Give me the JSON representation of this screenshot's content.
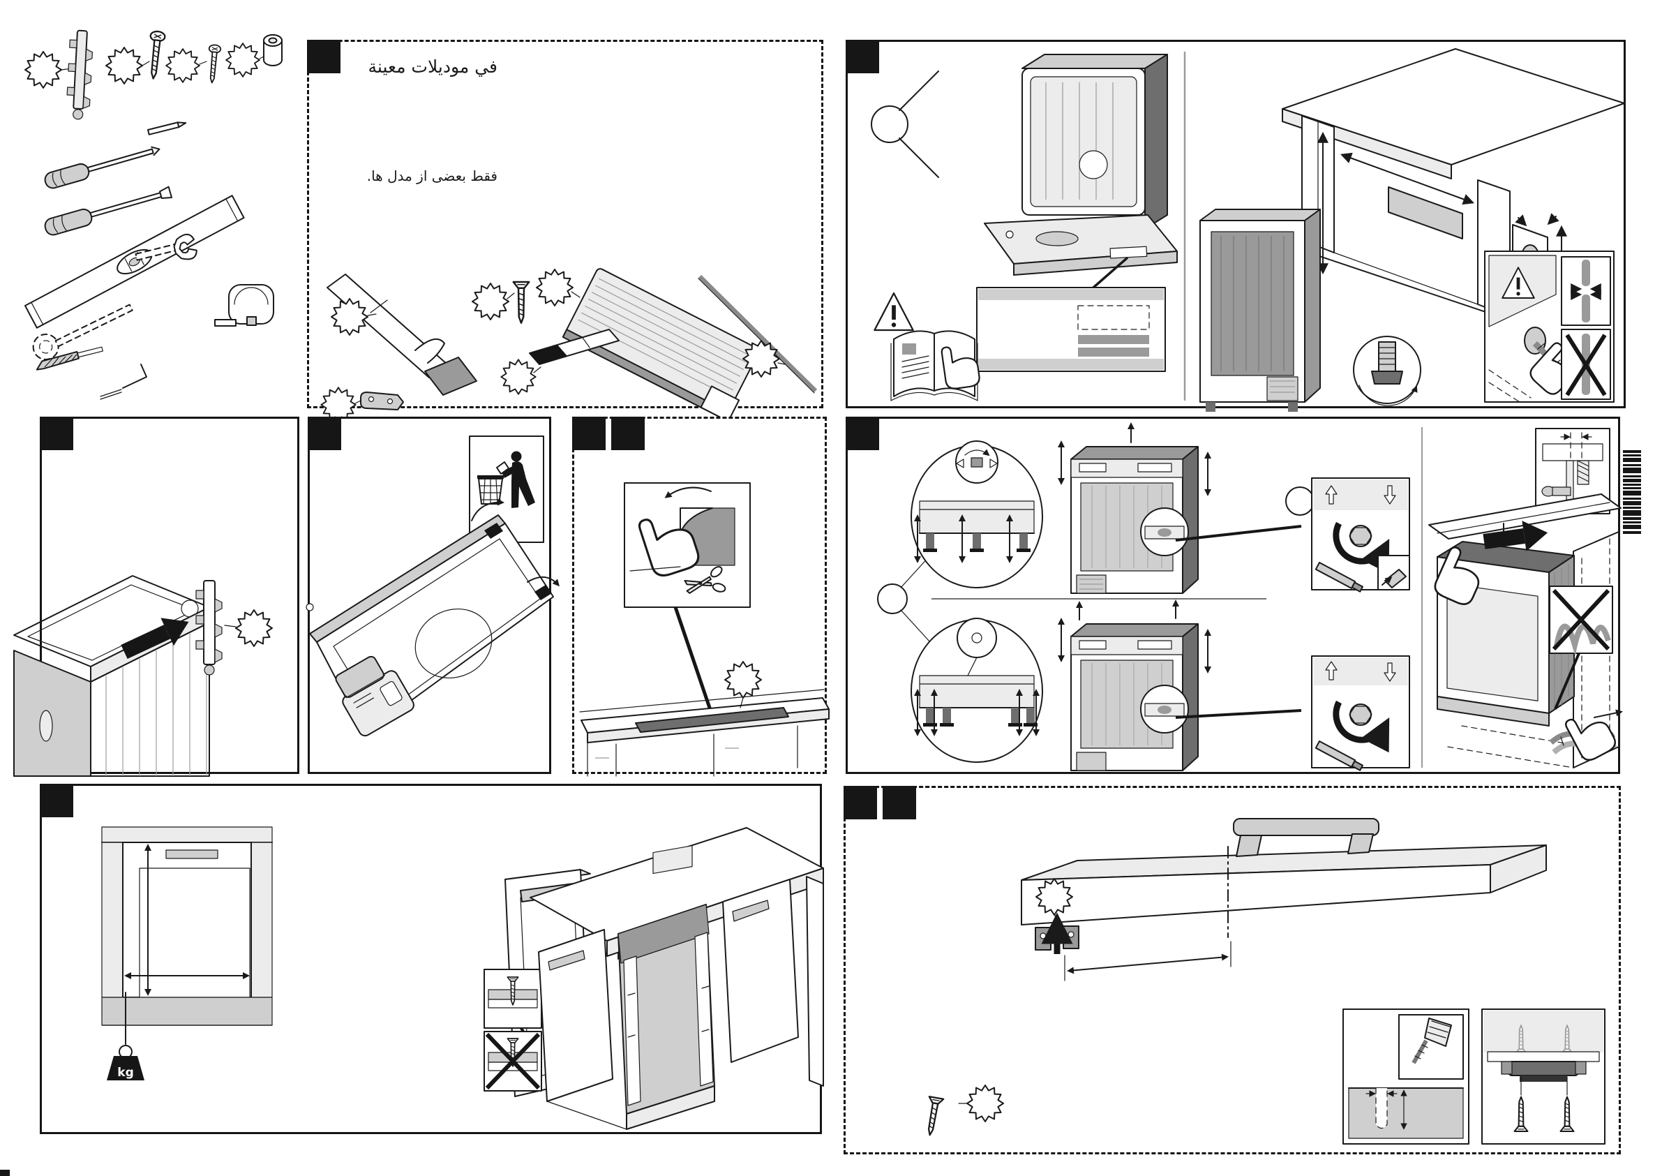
{
  "page": {
    "kind": "dishwasher built-in installation instruction sheet",
    "background": "#ffffff",
    "ink": "#1a1a1a",
    "gray_light": "#ececec",
    "gray_mid": "#cfcfcf",
    "gray_dark": "#9a9a9a"
  },
  "panels": {
    "parts_tools": {
      "border": "none",
      "icons": [
        "callout-star-icon",
        "mounting-rail-part",
        "long-screw",
        "short-screw",
        "spacer-sleeve",
        "pencil",
        "phillips-screwdriver",
        "flat-screwdriver",
        "spirit-level",
        "open-end-wrench",
        "ring-wrench",
        "tape-measure",
        "drill-bit",
        "hex-key"
      ]
    },
    "step1": {
      "border": "dashed",
      "step_markers": 1,
      "title_ar": "في موديلات معينة",
      "subtitle_fa": "فقط بعضی از مدل ها.",
      "icons": [
        "callout-star-icon",
        "adhesive-sealing-strip",
        "door-clip-part",
        "countersunk-screw",
        "black-adhesive-strip",
        "sound-deadening-strip",
        "trim-rod"
      ]
    },
    "step2": {
      "border": "solid",
      "step_markers": 1,
      "icons": [
        "look-eye-icon",
        "open-dishwasher-illustration",
        "rating-plate-detail",
        "warning-triangle-icon",
        "read-manual-book-icon",
        "pointing-hand-icon",
        "niche-dimension-drawing",
        "built-under-dishwasher",
        "hose-grommet-detail",
        "hose-routing-warning",
        "prohibition-x-icon"
      ]
    },
    "step3": {
      "border": "solid",
      "step_markers": 1,
      "icons": [
        "dishwasher-top-corner",
        "black-arrow",
        "mounting-rail-part",
        "callout-star-icon"
      ]
    },
    "step4": {
      "border": "solid",
      "step_markers": 1,
      "icons": [
        "recycling-disposal-icon",
        "packaging-panel",
        "curved-arrow",
        "dispenser-detail"
      ]
    },
    "step5_6": {
      "border": "dashed",
      "step_markers": 2,
      "icons": [
        "peel-backing-hand-icon",
        "curved-arrow",
        "scissors-icon",
        "adhesive-strip-on-counter",
        "callout-star-icon"
      ]
    },
    "step7": {
      "border": "solid",
      "step_markers": 1,
      "icons": [
        "variant-circle",
        "base-feet-detail-ellipse",
        "up-down-arrows",
        "dishwasher-rear-view",
        "front-foot-detail-circle",
        "foot-adjust-rotation-box",
        "socket-tool",
        "gap-dimension-box",
        "slide-under-counter",
        "pushing-hand-icon",
        "kinked-hose-prohibition-box",
        "pull-hoses-hand-icon"
      ]
    },
    "step8": {
      "border": "solid",
      "step_markers": 1,
      "weight_label": "kg",
      "icons": [
        "niche-front-dimension-drawing",
        "height-arrow",
        "width-arrow",
        "kg-weight-icon",
        "kitchen-run-illustration",
        "furniture-door",
        "door-screws",
        "screw-section-ok-box",
        "screw-section-prohibited-box"
      ]
    },
    "step9_10": {
      "border": "dashed",
      "step_markers": 2,
      "icons": [
        "toe-kick-panel",
        "carrying-handle",
        "fixing-clip",
        "up-arrow",
        "center-mark-line",
        "dimension-arrow",
        "countersunk-screw",
        "callout-star-icon",
        "drill-depth-detail-box",
        "drill-icon",
        "screws-into-bracket-box"
      ]
    },
    "barcode": {
      "orientation": "vertical-stacked-bars"
    }
  }
}
